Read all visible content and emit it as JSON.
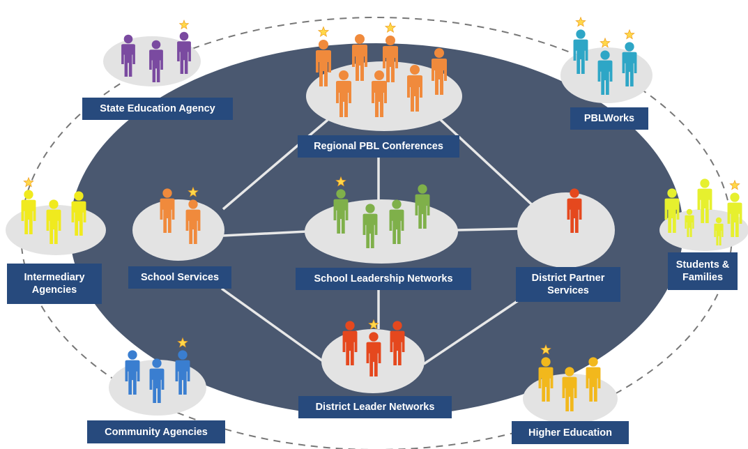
{
  "colors": {
    "background": "#ffffff",
    "big_ellipse": "#4a5870",
    "node_disc": "#e3e3e3",
    "label_box": "#274a7d",
    "label_text": "#ffffff",
    "connector": "#e8e8e8",
    "outer_ring": "#777777",
    "star": "#ffd84a"
  },
  "nodes": {
    "state_education_agency": {
      "label": "State Education Agency",
      "figure_color": "#7a4aa0",
      "star_count": 1
    },
    "regional_pbl_conferences": {
      "label": "Regional PBL Conferences",
      "figure_color": "#f08a3c",
      "star_count": 2
    },
    "pblworks": {
      "label": "PBLWorks",
      "figure_color": "#2ea6c6",
      "star_count": 3
    },
    "intermediary_agencies": {
      "label": "Intermediary Agencies",
      "figure_color": "#f0ea1e",
      "star_count": 1
    },
    "school_services": {
      "label": "School Services",
      "figure_color": "#f08a3c",
      "star_count": 1
    },
    "school_leadership_networks": {
      "label": "School Leadership Networks",
      "figure_color": "#7fb04a",
      "star_count": 1
    },
    "district_partner_services": {
      "label": "District Partner Services",
      "figure_color": "#e5481e",
      "star_count": 0
    },
    "students_families": {
      "label": "Students & Families",
      "figure_color": "#e6f02e",
      "star_count": 1
    },
    "community_agencies": {
      "label": "Community Agencies",
      "figure_color": "#3a7ed0",
      "star_count": 1
    },
    "district_leader_networks": {
      "label": "District Leader Networks",
      "figure_color": "#e5481e",
      "star_count": 1
    },
    "higher_education": {
      "label": "Higher Education",
      "figure_color": "#f2b81c",
      "star_count": 1
    }
  },
  "connections": [
    [
      "regional_pbl_conferences",
      "school_services"
    ],
    [
      "regional_pbl_conferences",
      "school_leadership_networks"
    ],
    [
      "regional_pbl_conferences",
      "district_partner_services"
    ],
    [
      "school_services",
      "school_leadership_networks"
    ],
    [
      "school_leadership_networks",
      "district_partner_services"
    ],
    [
      "school_services",
      "district_leader_networks"
    ],
    [
      "school_leadership_networks",
      "district_leader_networks"
    ],
    [
      "district_partner_services",
      "district_leader_networks"
    ]
  ],
  "icons": {
    "person": "person-icon",
    "star": "star-icon"
  }
}
